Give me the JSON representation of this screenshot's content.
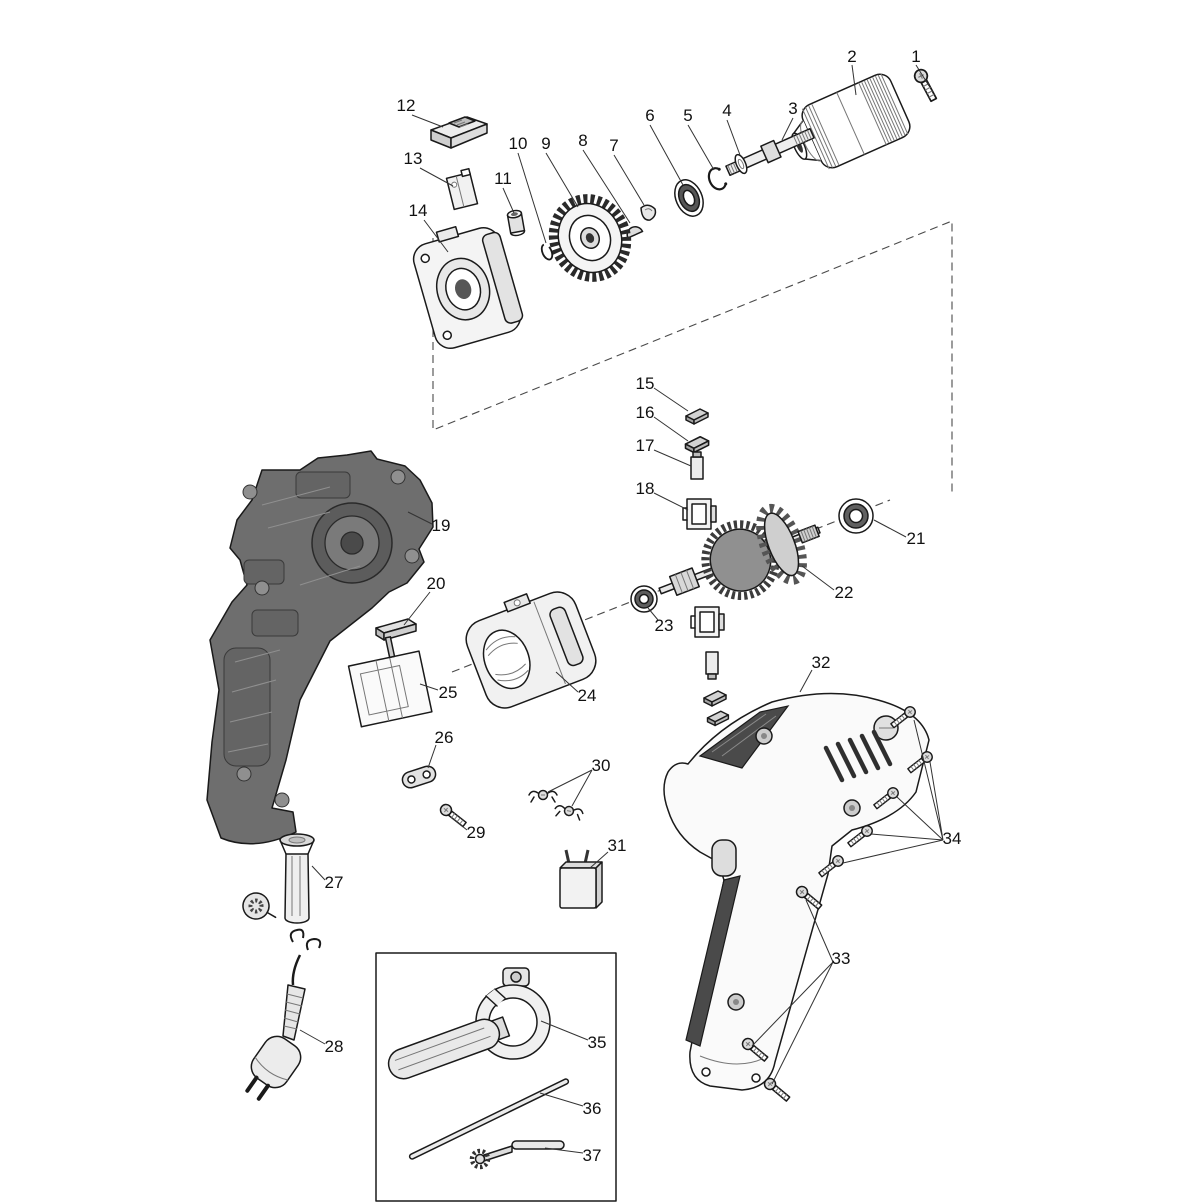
{
  "figure": {
    "background": "#ffffff",
    "line_color": "#1a1a1a",
    "dash_color": "#4a4a4a",
    "dark_fill": "#6e6e6e",
    "light_fill": "#f2f2f2"
  },
  "callouts": [
    {
      "label": "1",
      "part": "chuck-screw"
    },
    {
      "label": "2",
      "part": "drill-chuck"
    },
    {
      "label": "3",
      "part": "spindle"
    },
    {
      "label": "4",
      "part": "washer"
    },
    {
      "label": "5",
      "part": "circlip"
    },
    {
      "label": "6",
      "part": "spindle-bearing"
    },
    {
      "label": "7",
      "part": "retaining-clip"
    },
    {
      "label": "8",
      "part": "woodruff-key"
    },
    {
      "label": "9",
      "part": "output-gear"
    },
    {
      "label": "10",
      "part": "retaining-ring"
    },
    {
      "label": "11",
      "part": "bushing"
    },
    {
      "label": "12",
      "part": "switch-button"
    },
    {
      "label": "13",
      "part": "terminal-plate"
    },
    {
      "label": "14",
      "part": "gear-box"
    },
    {
      "label": "15",
      "part": "brush-cap-a"
    },
    {
      "label": "16",
      "part": "brush-cap-b"
    },
    {
      "label": "17",
      "part": "carbon-brush"
    },
    {
      "label": "18",
      "part": "brush-holder"
    },
    {
      "label": "19",
      "part": "housing-left"
    },
    {
      "label": "20",
      "part": "slide-button"
    },
    {
      "label": "21",
      "part": "front-bearing"
    },
    {
      "label": "22",
      "part": "armature"
    },
    {
      "label": "23",
      "part": "rear-bearing"
    },
    {
      "label": "24",
      "part": "stator"
    },
    {
      "label": "25",
      "part": "switch-holder"
    },
    {
      "label": "26",
      "part": "cable-clamp-plate"
    },
    {
      "label": "27",
      "part": "handle-grip"
    },
    {
      "label": "28",
      "part": "power-cord"
    },
    {
      "label": "29",
      "part": "clamp-screw"
    },
    {
      "label": "30",
      "part": "cord-clips"
    },
    {
      "label": "31",
      "part": "capacitor"
    },
    {
      "label": "32",
      "part": "housing-right"
    },
    {
      "label": "33",
      "part": "housing-screws"
    },
    {
      "label": "34",
      "part": "housing-screws-right"
    },
    {
      "label": "35",
      "part": "side-handle"
    },
    {
      "label": "36",
      "part": "depth-rod"
    },
    {
      "label": "37",
      "part": "chuck-key"
    }
  ]
}
